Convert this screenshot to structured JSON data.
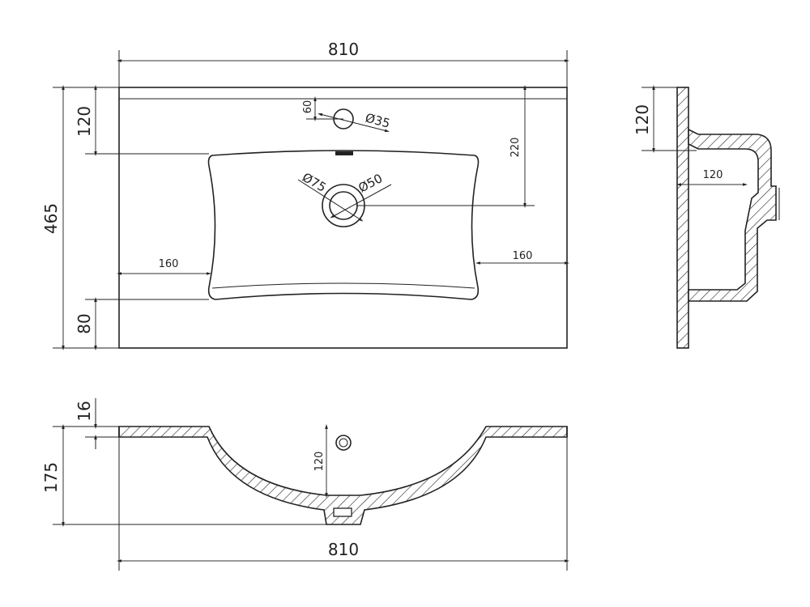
{
  "top_view": {
    "width_label": "810",
    "depth_label": "465",
    "front_margin_label": "120",
    "back_margin_label": "80",
    "tap_offset_label": "60",
    "tap_hole_label": "Ø35",
    "drain_offset_label": "220",
    "drain_outer_label": "Ø75",
    "drain_inner_label": "Ø50",
    "left_margin_label": "160",
    "right_margin_label": "160"
  },
  "side_view": {
    "height_label": "120",
    "depth_label": "120"
  },
  "front_section": {
    "rim_label": "16",
    "height_label": "175",
    "bowl_depth_label": "120",
    "width_label": "810"
  }
}
